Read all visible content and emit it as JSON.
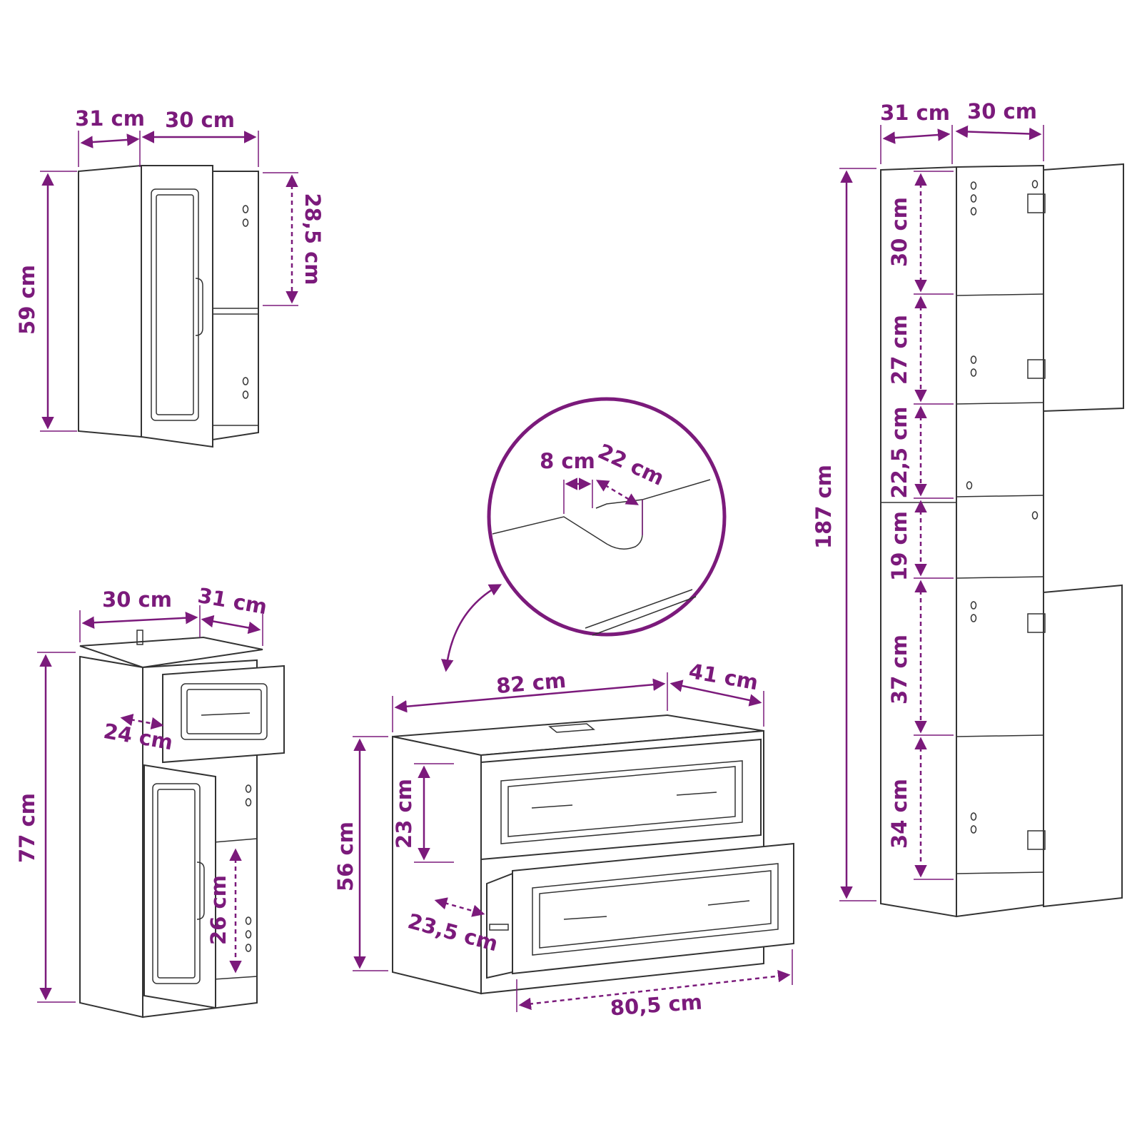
{
  "accent_color": "#7b1a7b",
  "wall_cabinet": {
    "depth": "31 cm",
    "width": "30 cm",
    "height": "59 cm",
    "shelf_height": "28,5 cm"
  },
  "floor_cabinet": {
    "width": "30 cm",
    "depth": "31 cm",
    "height": "77 cm",
    "drawer_depth": "24 cm",
    "shelf_height": "26 cm"
  },
  "sink_detail": {
    "notch_width": "8 cm",
    "notch_depth": "22 cm"
  },
  "vanity": {
    "width": "82 cm",
    "depth": "41 cm",
    "height": "56 cm",
    "drawer_height": "23 cm",
    "drawer_depth": "23,5 cm",
    "inner_width": "80,5 cm"
  },
  "tall_cabinet": {
    "depth": "31 cm",
    "width": "30 cm",
    "height": "187 cm",
    "compartments": [
      "30 cm",
      "27 cm",
      "22,5 cm",
      "19 cm",
      "37 cm",
      "34 cm"
    ]
  }
}
